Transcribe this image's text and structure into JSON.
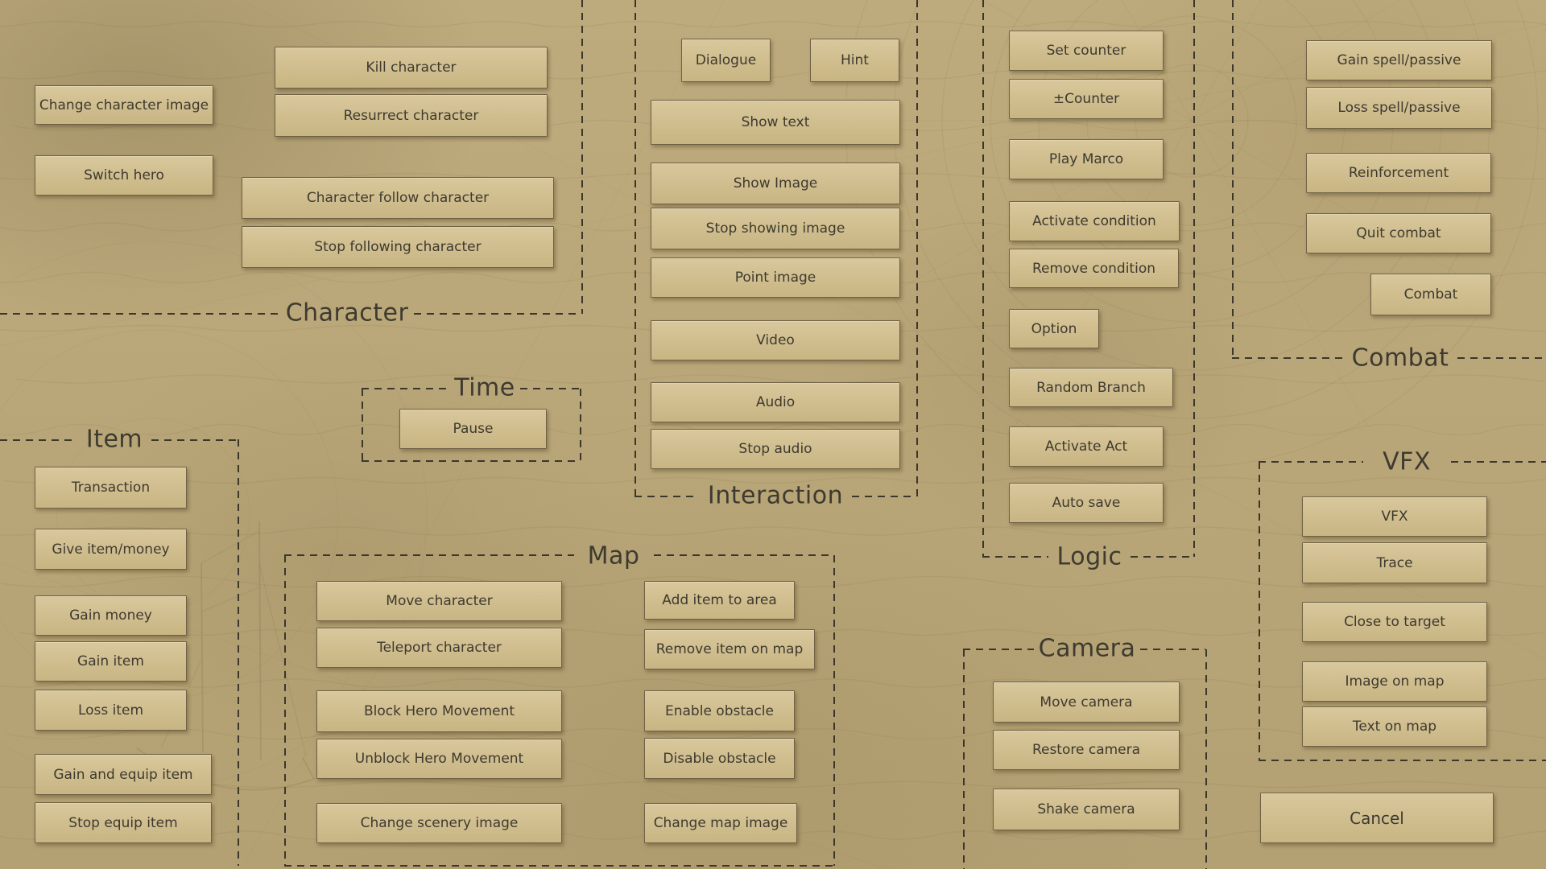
{
  "sections": {
    "character": {
      "label": "Character",
      "buttons": [
        "Change character image",
        "Switch hero",
        "Kill character",
        "Resurrect character",
        "Character follow character",
        "Stop following character"
      ]
    },
    "time": {
      "label": "Time",
      "buttons": [
        "Pause"
      ]
    },
    "item": {
      "label": "Item",
      "buttons": [
        "Transaction",
        "Give item/money",
        "Gain money",
        "Gain item",
        "Loss item",
        "Gain and equip item",
        "Stop equip item"
      ]
    },
    "interaction": {
      "label": "Interaction",
      "buttons": [
        "Dialogue",
        "Hint",
        "Show text",
        "Show Image",
        "Stop showing image",
        "Point image",
        "Video",
        "Audio",
        "Stop audio"
      ]
    },
    "map": {
      "label": "Map",
      "buttons": [
        "Move character",
        "Teleport character",
        "Block Hero Movement",
        "Unblock Hero Movement",
        "Change scenery image",
        "Add item to area",
        "Remove item on map",
        "Enable obstacle",
        "Disable obstacle",
        "Change map image"
      ]
    },
    "logic": {
      "label": "Logic",
      "buttons": [
        "Set counter",
        "±Counter",
        "Play Marco",
        "Activate condition",
        "Remove condition",
        "Option",
        "Random Branch",
        "Activate Act",
        "Auto save"
      ]
    },
    "camera": {
      "label": "Camera",
      "buttons": [
        "Move camera",
        "Restore camera",
        "Shake camera"
      ]
    },
    "combat": {
      "label": "Combat",
      "buttons": [
        "Gain spell/passive",
        "Loss spell/passive",
        "Reinforcement",
        "Quit combat",
        "Combat"
      ]
    },
    "vfx": {
      "label": "VFX",
      "buttons": [
        "VFX",
        "Trace",
        "Close to target",
        "Image on map",
        "Text on map"
      ]
    }
  },
  "actions": {
    "cancel_label": "Cancel"
  },
  "colors": {
    "background": "#b9a77a",
    "button_fill": "#d0be8f",
    "button_border": "#6f6146",
    "text": "#3e3a2f",
    "dash_line": "#3b372b"
  }
}
